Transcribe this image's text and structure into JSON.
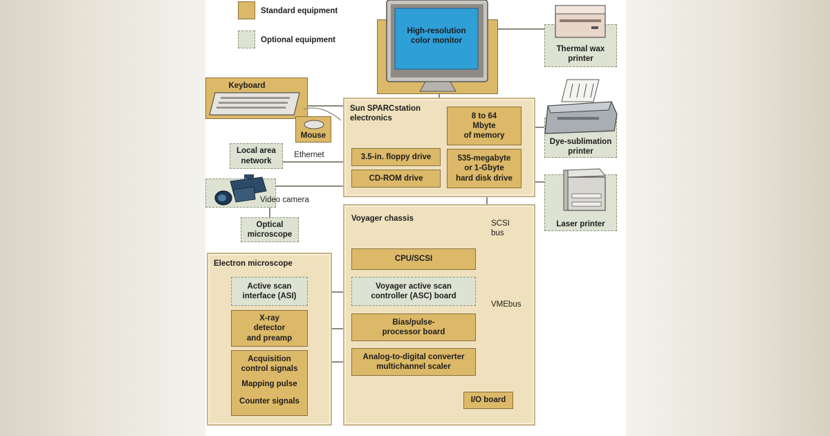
{
  "legend": {
    "standard": "Standard equipment",
    "optional": "Optional equipment"
  },
  "monitor": {
    "l1": "High-resolution",
    "l2": "color monitor"
  },
  "peripherals": {
    "thermal": {
      "l1": "Thermal wax",
      "l2": "printer"
    },
    "dye": {
      "l1": "Dye-sublimation",
      "l2": "printer"
    },
    "laser": "Laser printer",
    "keyboard": "Keyboard",
    "mouse": "Mouse",
    "lan": {
      "l1": "Local area",
      "l2": "network"
    },
    "ethernet": "Ethernet",
    "camera": "Video camera",
    "microscope": {
      "l1": "Optical",
      "l2": "microscope"
    }
  },
  "sun": {
    "title1": "Sun SPARCstation",
    "title2": "electronics",
    "memory": {
      "l1": "8 to 64",
      "l2": "Mbyte",
      "l3": "of memory"
    },
    "floppy": "3.5-in. floppy drive",
    "cdrom": "CD-ROM drive",
    "disk": {
      "l1": "535-megabyte",
      "l2": "or 1-Gbyte",
      "l3": "hard disk drive"
    }
  },
  "bus": {
    "scsi1": "SCSI",
    "scsi2": "bus",
    "vme": "VMEbus"
  },
  "voyager": {
    "title": "Voyager chassis",
    "cpu": "CPU/SCSI",
    "asc": {
      "l1": "Voyager active scan",
      "l2": "controller (ASC) board"
    },
    "bias": {
      "l1": "Bias/pulse-",
      "l2": "processor board"
    },
    "adc": {
      "l1": "Analog-to-digital converter",
      "l2": "multichannel scaler"
    },
    "io": "I/O board"
  },
  "em": {
    "title": "Electron microscope",
    "asi": {
      "l1": "Active scan",
      "l2": "interface (ASI)"
    },
    "xray": {
      "l1": "X-ray",
      "l2": "detector",
      "l3": "and preamp"
    },
    "acq": {
      "l1": "Acquisition",
      "l2": "control signals"
    },
    "mapping": "Mapping pulse",
    "counter": "Counter signals"
  },
  "colors": {
    "standard": "#dcb968",
    "optional": "#dde2d3",
    "chassis": "#efe1bd",
    "screen": "#2f9fd8"
  }
}
